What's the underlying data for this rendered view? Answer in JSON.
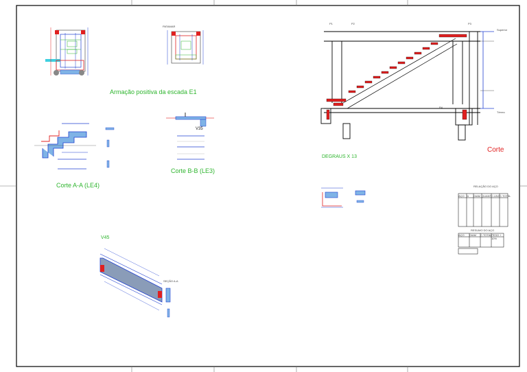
{
  "drawing": {
    "labels": {
      "plan_title": "Armação positiva da escada E1",
      "section_a_title": "Corte A-A (LE4)",
      "section_b_title": "Corte B-B (LE3)",
      "beam_title": "V45",
      "v35_label": "V35",
      "elevation_title": "Corte",
      "steps_label": "DEGRAUS X 13",
      "section_aa_small": "SEÇÃO A-A",
      "pillar_p1": "P1",
      "pillar_p2": "P2",
      "pillar_p3": "P3",
      "pillar_p4": "P4",
      "superior_label": "Superior",
      "terreo_label": "Térreo",
      "patamar_label": "PATAMAR"
    },
    "tables": {
      "steel_list_title": "RELAÇÃO DO AÇO",
      "steel_summary_title": "RESUMO DO AÇO",
      "steel_headers": [
        "AÇO",
        "N",
        "DIAM",
        "QUANT",
        "C.UNIT",
        "C.TOTAL"
      ],
      "summary_headers": [
        "AÇO",
        "DIAM",
        "C.TOTAL",
        "PESO + 10%"
      ]
    },
    "colors": {
      "frame": "#000000",
      "rebar_blue": "#1f3fd0",
      "concrete_fill": "#7fb3e6",
      "cut_red": "#e02020",
      "label_green": "#2fb52f",
      "cyan": "#3fd0e0"
    }
  }
}
